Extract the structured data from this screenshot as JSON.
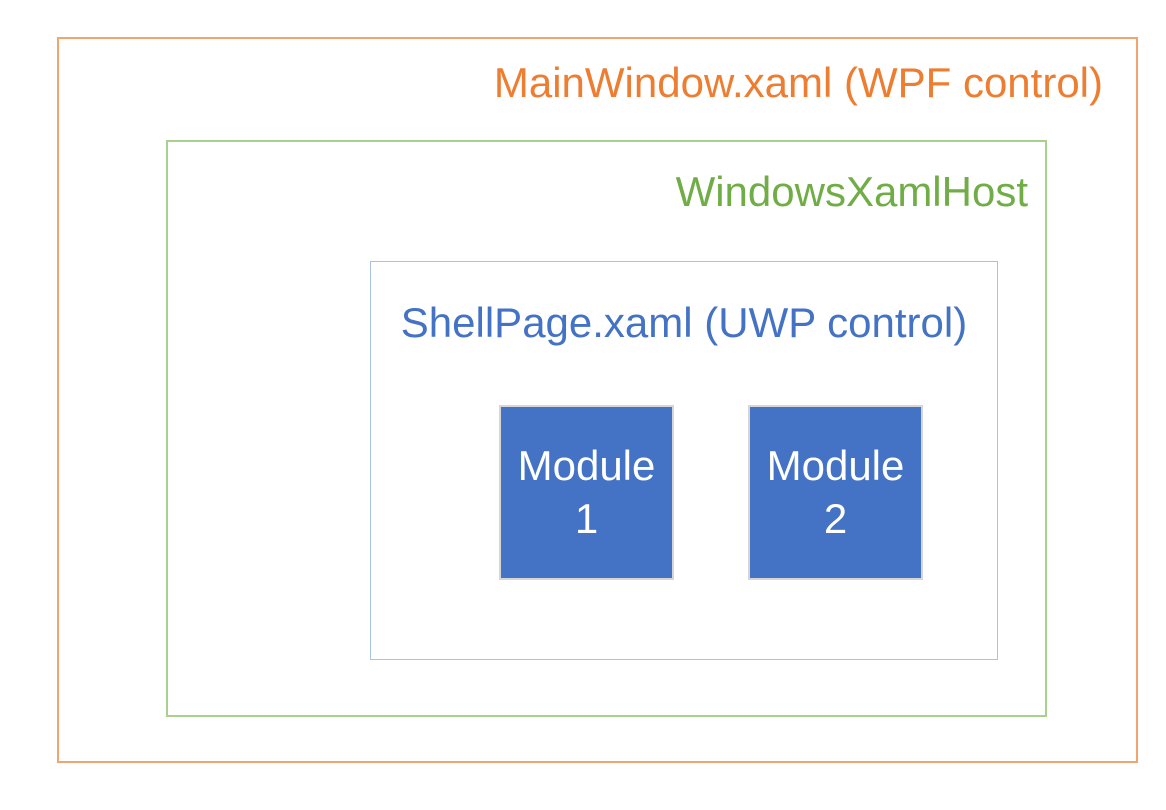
{
  "diagram": {
    "outer": {
      "label": "MainWindow.xaml (WPF control)"
    },
    "host": {
      "label": "WindowsXamlHost"
    },
    "shell": {
      "label": "ShellPage.xaml (UWP control)"
    },
    "modules": [
      {
        "name": "Module",
        "number": "1"
      },
      {
        "name": "Module",
        "number": "2"
      }
    ],
    "colors": {
      "wpf_text": "#ED7D31",
      "wpf_border": "#F3A36E",
      "host_text": "#70AD47",
      "host_border": "#A9D18E",
      "uwp_text": "#4472C4",
      "uwp_border": "#A8C3E8",
      "module_fill": "#4472C4",
      "module_border": "#D6D6D6",
      "module_text": "#FFFFFF",
      "background": "#FFFFFF"
    }
  }
}
